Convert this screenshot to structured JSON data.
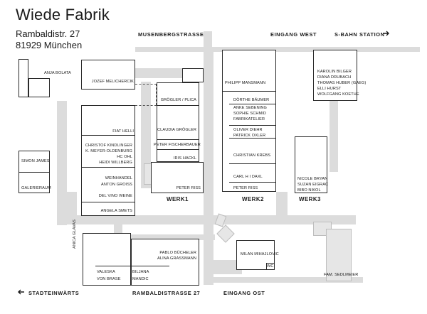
{
  "header": {
    "title": "Wiede Fabrik",
    "street": "Rambaldistr. 27",
    "city": "81929 München"
  },
  "streets": {
    "top": "MUSENBERGSTRASSE",
    "bottom": "RAMBALDISTRASSE 27",
    "entry_west": "EINGANG WEST",
    "entry_east": "EINGANG OST",
    "sbahn": "S-BAHN STATION",
    "city_dir": "STADTEINWÄRTS"
  },
  "icons": {
    "arrow_right": "arrow-right-icon",
    "arrow_left": "arrow-left-icon"
  },
  "werke": [
    "WERK1",
    "WERK2",
    "WERK3"
  ],
  "tenants": {
    "anja": "ANJA BOLATA",
    "jozef": "JOZEF MELICHERCIK",
    "simon": "SIMON JAMES",
    "galerie": "GALERIERAUM",
    "fiat": "FIAT HELLI",
    "christof": "CHRISTOF KINDLINGER",
    "meyer": "K. MEYER-OLDENBURG",
    "hc": "HC OHL",
    "heidi": "HEIDI WILLBERG",
    "weinhandel": "WEINHANDEL",
    "anton": "ANTON GROISS",
    "delvino": "DEL VINO WEINE",
    "angela": "ANGELA SMETS",
    "grogler_plica": "GRÖGLER / PLICA",
    "claudia": "CLAUDIA GRÖGLER",
    "fischer": "PETER FISCHERBAUER",
    "iris": "IRIS HACKL",
    "peter_riss_1": "PETER RISS",
    "philipp": "PHILIPP MANSMANN",
    "doerthe": "DÖRTHE BÄUMER",
    "anke": "ANKE SEBENING",
    "sophie": "SOPHIE SCHMID",
    "fabrik": "FABRIKATELIER",
    "oliver": "OLIVER DIEHR",
    "patrick": "PATRICK OXLER",
    "christian": "CHRISTIAN KREBS",
    "carl": "CARL H I DAXL",
    "peter_riss_2": "PETER RISS",
    "karolin": "KAROLIN BILGER",
    "diana": "DIANA DRUBACH",
    "thomas": "THOMAS HUBER (GAEG)",
    "elli": "ELLI HURST",
    "wolfgang": "WOLFGANG KOETHE",
    "nicole": "NICOLE BRYAN",
    "suzan": "SUZAN EIGRAC",
    "bibo": "BIBO NIKOL",
    "anica": "ANICA GLAVAS",
    "valeska": "VALESKA",
    "von_brase": "VON BRASE",
    "biljana": "BILJANA",
    "mandic": "MANDIC",
    "pablo": "PABLO BÜCHELER",
    "alina": "ALINA GRASSMANN",
    "milan": "MILAN MIHAJLOVIC",
    "wc": "WC",
    "sedlmeier": "FAM. SEDLMEIER"
  }
}
